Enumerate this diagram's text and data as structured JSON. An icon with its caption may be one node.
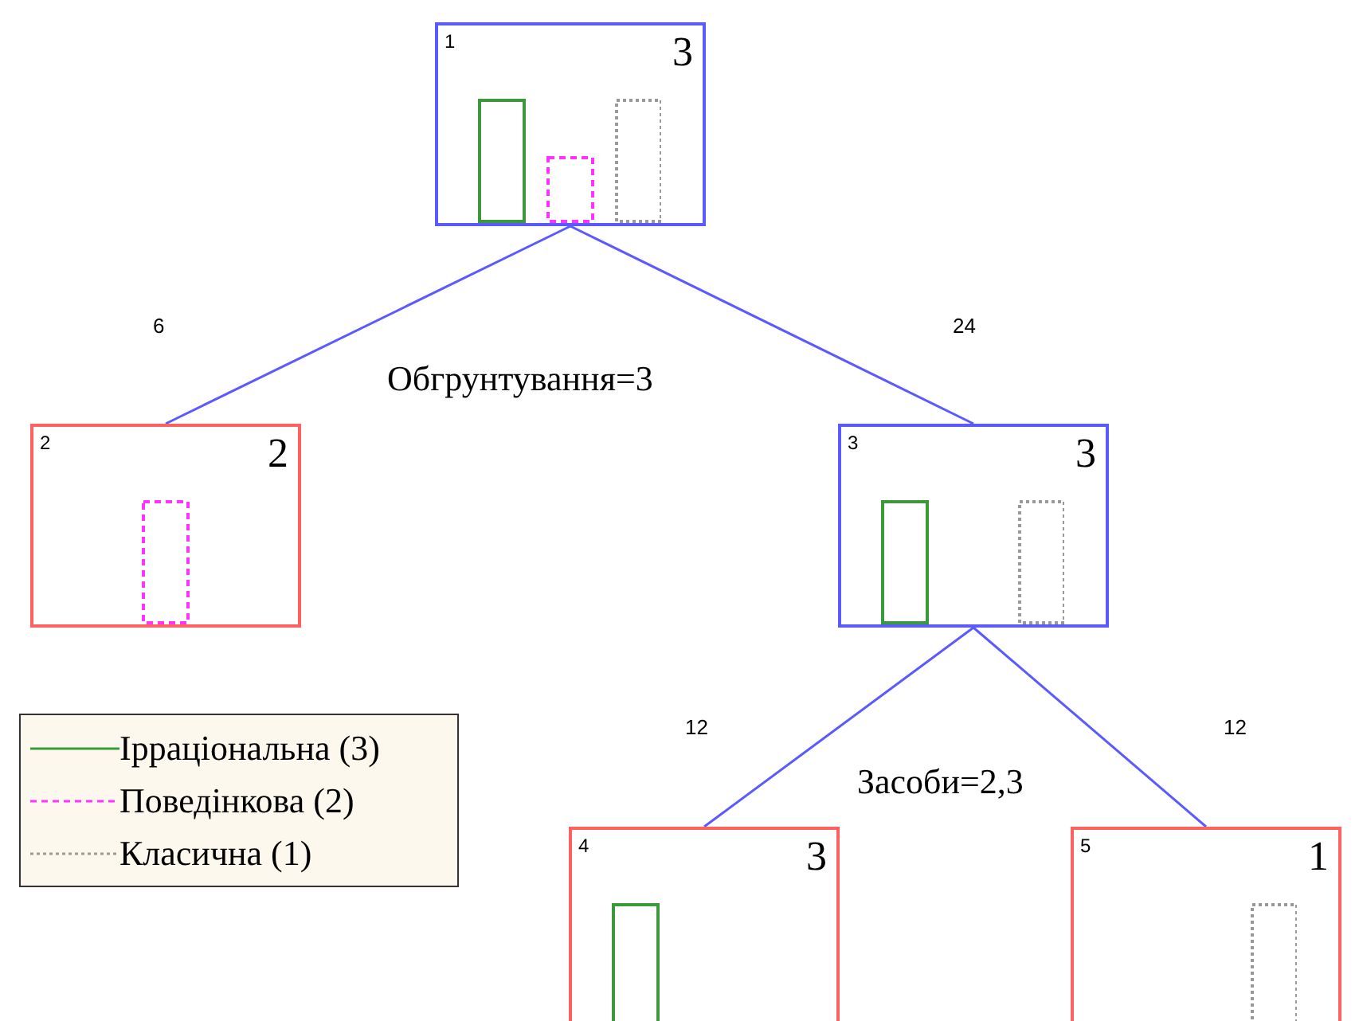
{
  "diagram": {
    "nodes": [
      {
        "text": [
          "1",
          "3"
        ]
      },
      {
        "text": [
          "2",
          "2"
        ]
      },
      {
        "text": [
          "3",
          "3"
        ]
      },
      {
        "text": [
          "4",
          "3"
        ]
      },
      {
        "text": [
          "5",
          "1"
        ]
      }
    ],
    "edges": [
      {
        "from": 0,
        "to": 1,
        "arrow": "none",
        "label": "6"
      },
      {
        "from": 0,
        "to": 2,
        "arrow": "none",
        "label": "24"
      },
      {
        "from": 2,
        "to": 3,
        "arrow": "none",
        "label": "12"
      },
      {
        "from": 2,
        "to": 4,
        "arrow": "none",
        "label": "12"
      }
    ],
    "labels": [
      "Обгрунтування=3",
      "Засоби=2,3"
    ],
    "legend": [
      {
        "text": "Ірраціональна (3)"
      },
      {
        "text": "Поведінкова (2)"
      },
      {
        "text": "Класична (1)"
      }
    ]
  }
}
